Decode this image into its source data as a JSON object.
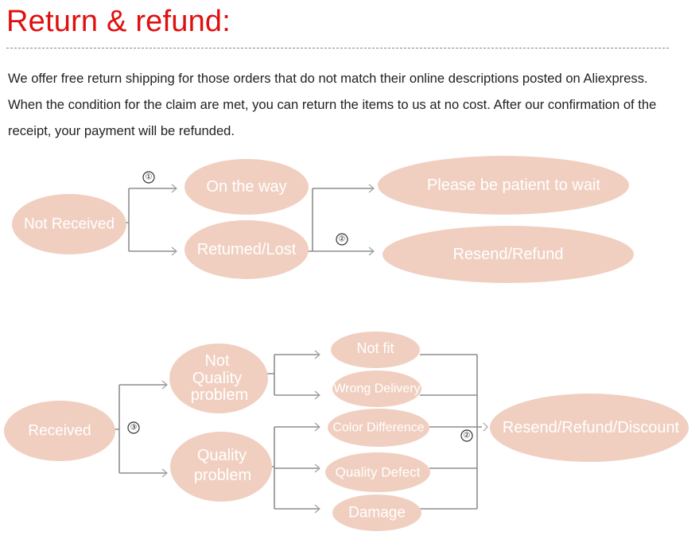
{
  "heading": "Return & refund:",
  "description": "We offer free return shipping for  those orders that do not  match their online descriptions  posted on Aliexpress. When the condition for the claim are met, you can return the items to us at no cost. After our confirmation of the receipt, your payment will be refunded.",
  "colors": {
    "heading": "#e01010",
    "node_fill": "#f0cfc0",
    "node_text": "#ffffff",
    "connector": "#8e8e8e"
  },
  "markers": {
    "one": "①",
    "two": "②",
    "three": "③"
  },
  "not_received": {
    "root": "Not Received",
    "on_the_way": "On the way",
    "returned_lost": "Retumed/Lost",
    "patient": "Please be patient to wait",
    "resend_refund": "Resend/Refund"
  },
  "received": {
    "root": "Received",
    "not_quality_lines": [
      "Not",
      "Quality",
      "problem"
    ],
    "quality_lines": [
      "Quality",
      "problem"
    ],
    "not_fit": "Not fit",
    "wrong_delivery": "Wrong Delivery",
    "color_difference": "Color Difference",
    "quality_defect": "Quality Defect",
    "damage": "Damage",
    "outcome": "Resend/Refund/Discount"
  }
}
